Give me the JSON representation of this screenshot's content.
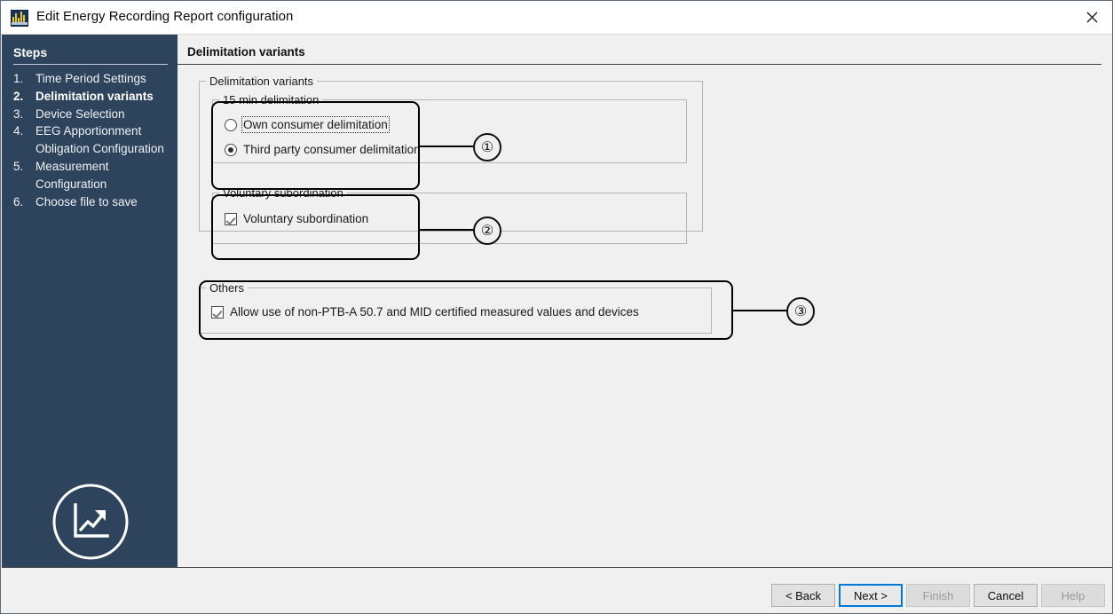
{
  "window": {
    "title": "Edit Energy Recording Report configuration",
    "app_icon": "energy-chart-icon",
    "close_label": "✕",
    "border_color": "#5b6a80"
  },
  "sidebar": {
    "heading": "Steps",
    "background_color": "#2e435c",
    "logo_icon": "trending-chart-circle-logo",
    "steps": [
      {
        "num": "1.",
        "label": "Time Period Settings",
        "current": false
      },
      {
        "num": "2.",
        "label": "Delimitation variants",
        "current": true
      },
      {
        "num": "3.",
        "label": "Device Selection",
        "current": false
      },
      {
        "num": "4.",
        "label": "EEG Apportionment Obligation Configuration",
        "current": false
      },
      {
        "num": "5.",
        "label": "Measurement Configuration",
        "current": false
      },
      {
        "num": "6.",
        "label": "Choose file to save",
        "current": false
      }
    ]
  },
  "content": {
    "page_title": "Delimitation variants",
    "outer_group_legend": "Delimitation variants",
    "groups": [
      {
        "legend": "15 min delimitation",
        "callout": "①",
        "options": [
          {
            "type": "radio",
            "label": "Own consumer delimitation",
            "checked": false,
            "focused": true
          },
          {
            "type": "radio",
            "label": "Third party consumer delimitation",
            "checked": true,
            "focused": false
          }
        ]
      },
      {
        "legend": "Voluntary subordination",
        "callout": "②",
        "options": [
          {
            "type": "checkbox",
            "label": "Voluntary subordination",
            "checked": true,
            "focused": false
          }
        ]
      },
      {
        "legend": "Others",
        "callout": "③",
        "options": [
          {
            "type": "checkbox",
            "label": "Allow use of non-PTB-A 50.7 and MID certified measured values and devices",
            "checked": true,
            "focused": false
          }
        ]
      }
    ]
  },
  "footer": {
    "buttons": [
      {
        "label": "< Back",
        "state": "enabled"
      },
      {
        "label": "Next >",
        "state": "default"
      },
      {
        "label": "Finish",
        "state": "disabled"
      },
      {
        "label": "Cancel",
        "state": "enabled"
      },
      {
        "label": "Help",
        "state": "disabled"
      }
    ]
  }
}
